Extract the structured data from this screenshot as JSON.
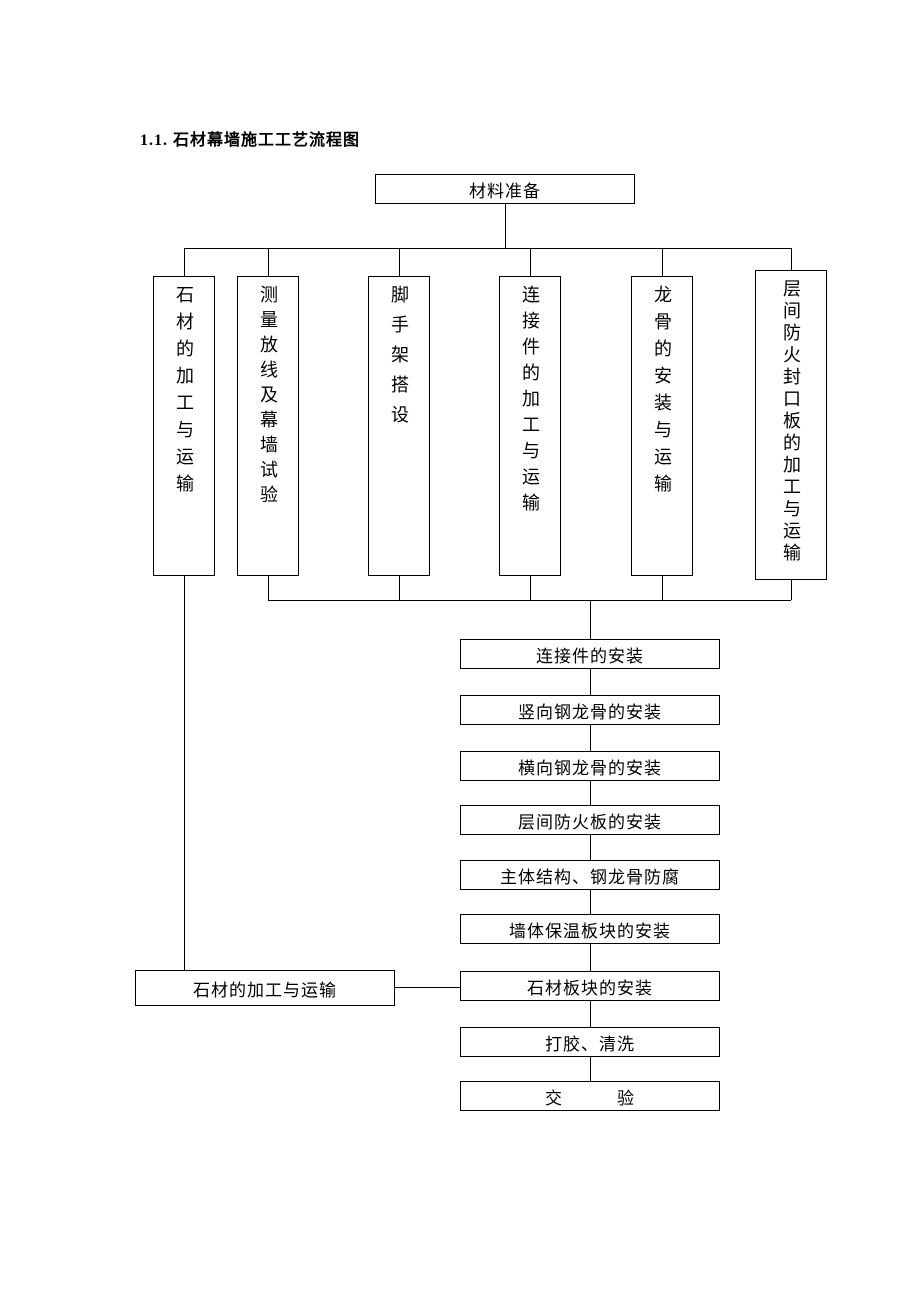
{
  "page": {
    "title": "1.1. 石材幕墙施工工艺流程图"
  },
  "flowchart": {
    "start_box": "材料准备",
    "columns": [
      {
        "label": "石材的加工与运输"
      },
      {
        "label": "测量放线及幕墙试验"
      },
      {
        "label": "脚手架搭设"
      },
      {
        "label": "连接件的加工与运输"
      },
      {
        "label": "龙骨的安装与运输"
      },
      {
        "label": "层间防火封口板的加工与运输"
      }
    ],
    "side_box": "石材的加工与运输",
    "stack": [
      {
        "label": "连接件的安装"
      },
      {
        "label": "竖向钢龙骨的安装"
      },
      {
        "label": "横向钢龙骨的安装"
      },
      {
        "label": "层间防火板的安装"
      },
      {
        "label": "主体结构、钢龙骨防腐"
      },
      {
        "label": "墙体保温板块的安装"
      },
      {
        "label": "石材板块的安装"
      },
      {
        "label": "打胶、清洗"
      },
      {
        "label": "交　　　验"
      }
    ],
    "line_color": "#000000"
  }
}
